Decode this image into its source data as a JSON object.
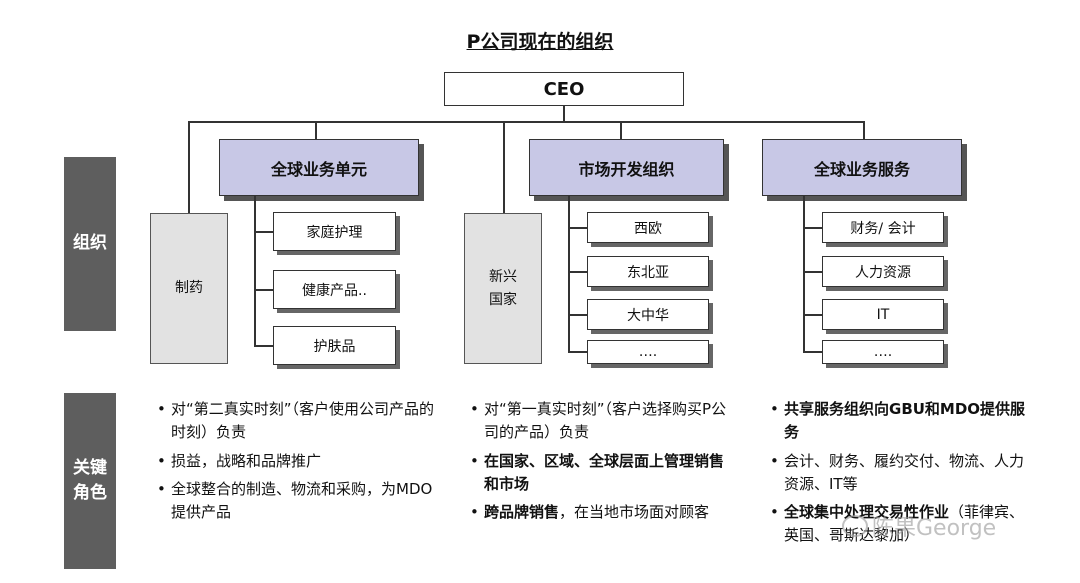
{
  "title": "P公司现在的组织",
  "ceo": "CEO",
  "side_labels": {
    "org": "组织",
    "roles": "关键\n角色"
  },
  "units": [
    {
      "label": "全球业务单元",
      "side_box": "制药",
      "subs": [
        "家庭护理",
        "健康产品..",
        "护肤品"
      ]
    },
    {
      "label": "市场开发组织",
      "side_box": "新兴\n国家",
      "subs": [
        "西欧",
        "东北亚",
        "大中华",
        "…."
      ]
    },
    {
      "label": "全球业务服务",
      "subs": [
        "财务/ 会计",
        "人力资源",
        "IT",
        "…."
      ]
    }
  ],
  "roles": [
    [
      {
        "text": "对“第二真实时刻”（客户使用公司产品的时刻）负责",
        "bold": false
      },
      {
        "text": "损益，战略和品牌推广",
        "bold": false
      },
      {
        "text": "全球整合的制造、物流和采购，为MDO提供产品",
        "bold": false
      }
    ],
    [
      {
        "text": "对“第一真实时刻”（客户选择购买P公司的产品）负责",
        "bold": false
      },
      {
        "text": "在国家、区域、全球层面上管理销售和市场",
        "bold": true
      },
      {
        "bold_part": "跨品牌销售",
        "text": "，在当地市场面对顾客",
        "bold": false
      }
    ],
    [
      {
        "text": "共享服务组织向GBU和MDO提供服务",
        "bold": true
      },
      {
        "text": "会计、财务、履约交付、物流、人力资源、IT等",
        "bold": false
      },
      {
        "bold_part": "全球集中处理交易性作业",
        "text": "（菲律宾、英国、哥斯达黎加）",
        "bold": false
      }
    ]
  ],
  "bullet": "•",
  "watermark": "陈果George"
}
